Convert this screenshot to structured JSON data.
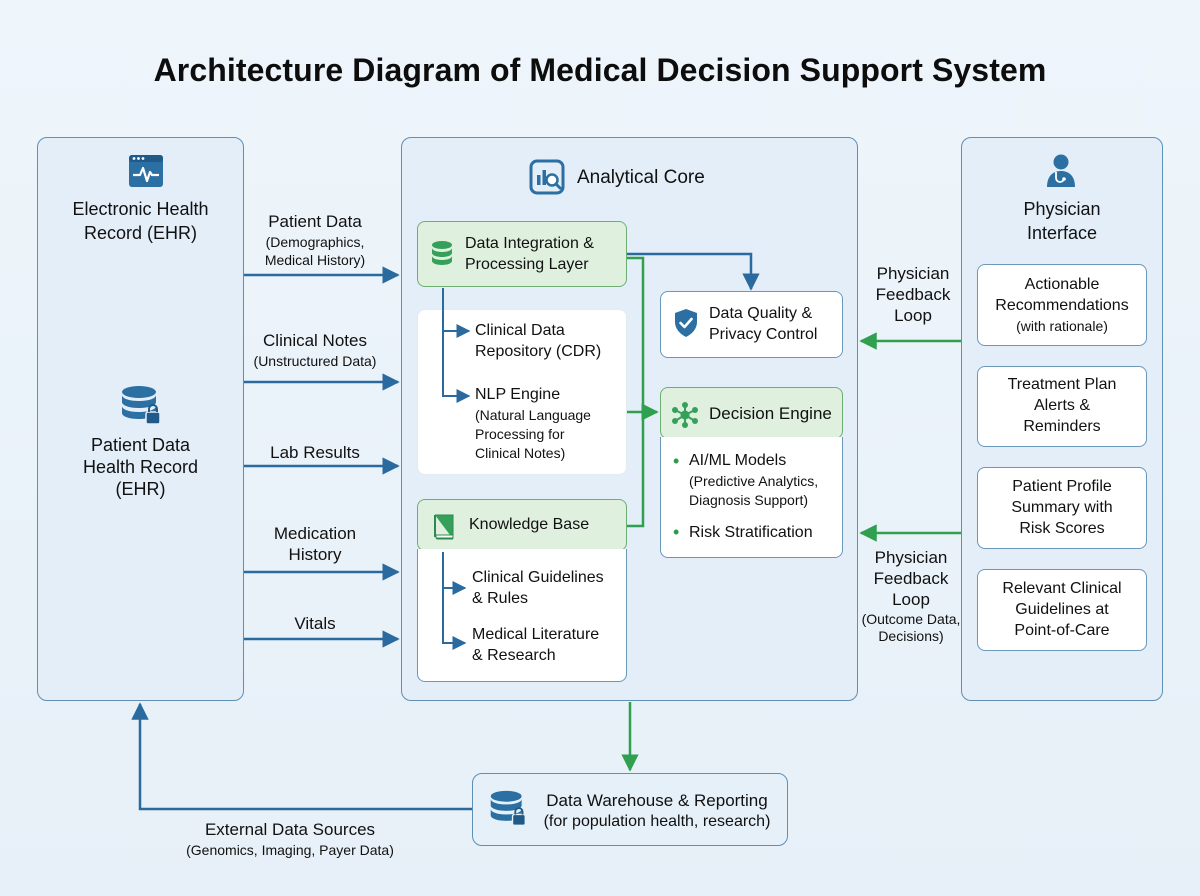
{
  "title": "Architecture Diagram of Medical Decision Support System",
  "ehr": {
    "title_line1": "Electronic Health",
    "title_line2": "Record (EHR)",
    "db_label_line1": "Patient Data",
    "db_label_line2": "Health Record",
    "db_label_line3": "(EHR)"
  },
  "flows": {
    "patient_data": "Patient Data",
    "patient_data_sub1": "(Demographics,",
    "patient_data_sub2": "Medical History)",
    "clinical_notes": "Clinical Notes",
    "clinical_notes_sub": "(Unstructured Data)",
    "lab_results": "Lab Results",
    "medication_line1": "Medication",
    "medication_line2": "History",
    "vitals": "Vitals"
  },
  "core": {
    "title": "Analytical Core",
    "integration_line1": "Data Integration &",
    "integration_line2": "Processing Layer",
    "cdr_line1": "Clinical Data",
    "cdr_line2": "Repository (CDR)",
    "nlp_title": "NLP Engine",
    "nlp_sub1": "(Natural Language",
    "nlp_sub2": "Processing for",
    "nlp_sub3": "Clinical Notes)",
    "quality_line1": "Data Quality &",
    "quality_line2": "Privacy Control",
    "decision_title": "Decision Engine",
    "aiml_title": "AI/ML Models",
    "aiml_sub1": "(Predictive Analytics,",
    "aiml_sub2": "Diagnosis Support)",
    "risk": "Risk Stratification",
    "kb_title": "Knowledge Base",
    "guidelines_line1": "Clinical Guidelines",
    "guidelines_line2": "& Rules",
    "literature_line1": "Medical Literature",
    "literature_line2": "& Research",
    "bullet": "•"
  },
  "feedback": {
    "top_line1": "Physician",
    "top_line2": "Feedback",
    "top_line3": "Loop",
    "bottom_line1": "Physician",
    "bottom_line2": "Feedback",
    "bottom_line3": "Loop",
    "bottom_sub1": "(Outcome Data,",
    "bottom_sub2": "Decisions)"
  },
  "physician": {
    "title_line1": "Physician",
    "title_line2": "Interface",
    "card1_line1": "Actionable",
    "card1_line2": "Recommendations",
    "card1_line3": "(with rationale)",
    "card2_line1": "Treatment Plan",
    "card2_line2": "Alerts &",
    "card2_line3": "Reminders",
    "card3_line1": "Patient Profile",
    "card3_line2": "Summary with",
    "card3_line3": "Risk Scores",
    "card4_line1": "Relevant Clinical",
    "card4_line2": "Guidelines at",
    "card4_line3": "Point-of-Care"
  },
  "warehouse": {
    "title": "Data Warehouse & Reporting",
    "sub": "(for population health, research)"
  },
  "external": {
    "line1": "External Data Sources",
    "line2": "(Genomics, Imaging, Payer Data)"
  },
  "colors": {
    "blue_arrow": "#2a6a9e",
    "green_arrow": "#2ea04f",
    "panel_border": "#5f8fb3",
    "green_fill": "#dff0df",
    "icon_blue": "#2b6fa3",
    "icon_green": "#35a05a"
  },
  "icons": {
    "ehr": "monitor-pulse-icon",
    "database": "database-lock-icon",
    "core": "analytics-magnifier-icon",
    "integration": "database-green-icon",
    "quality": "shield-check-icon",
    "decision": "network-nodes-icon",
    "knowledge": "book-icon",
    "physician": "doctor-icon",
    "warehouse": "database-lock-icon"
  }
}
